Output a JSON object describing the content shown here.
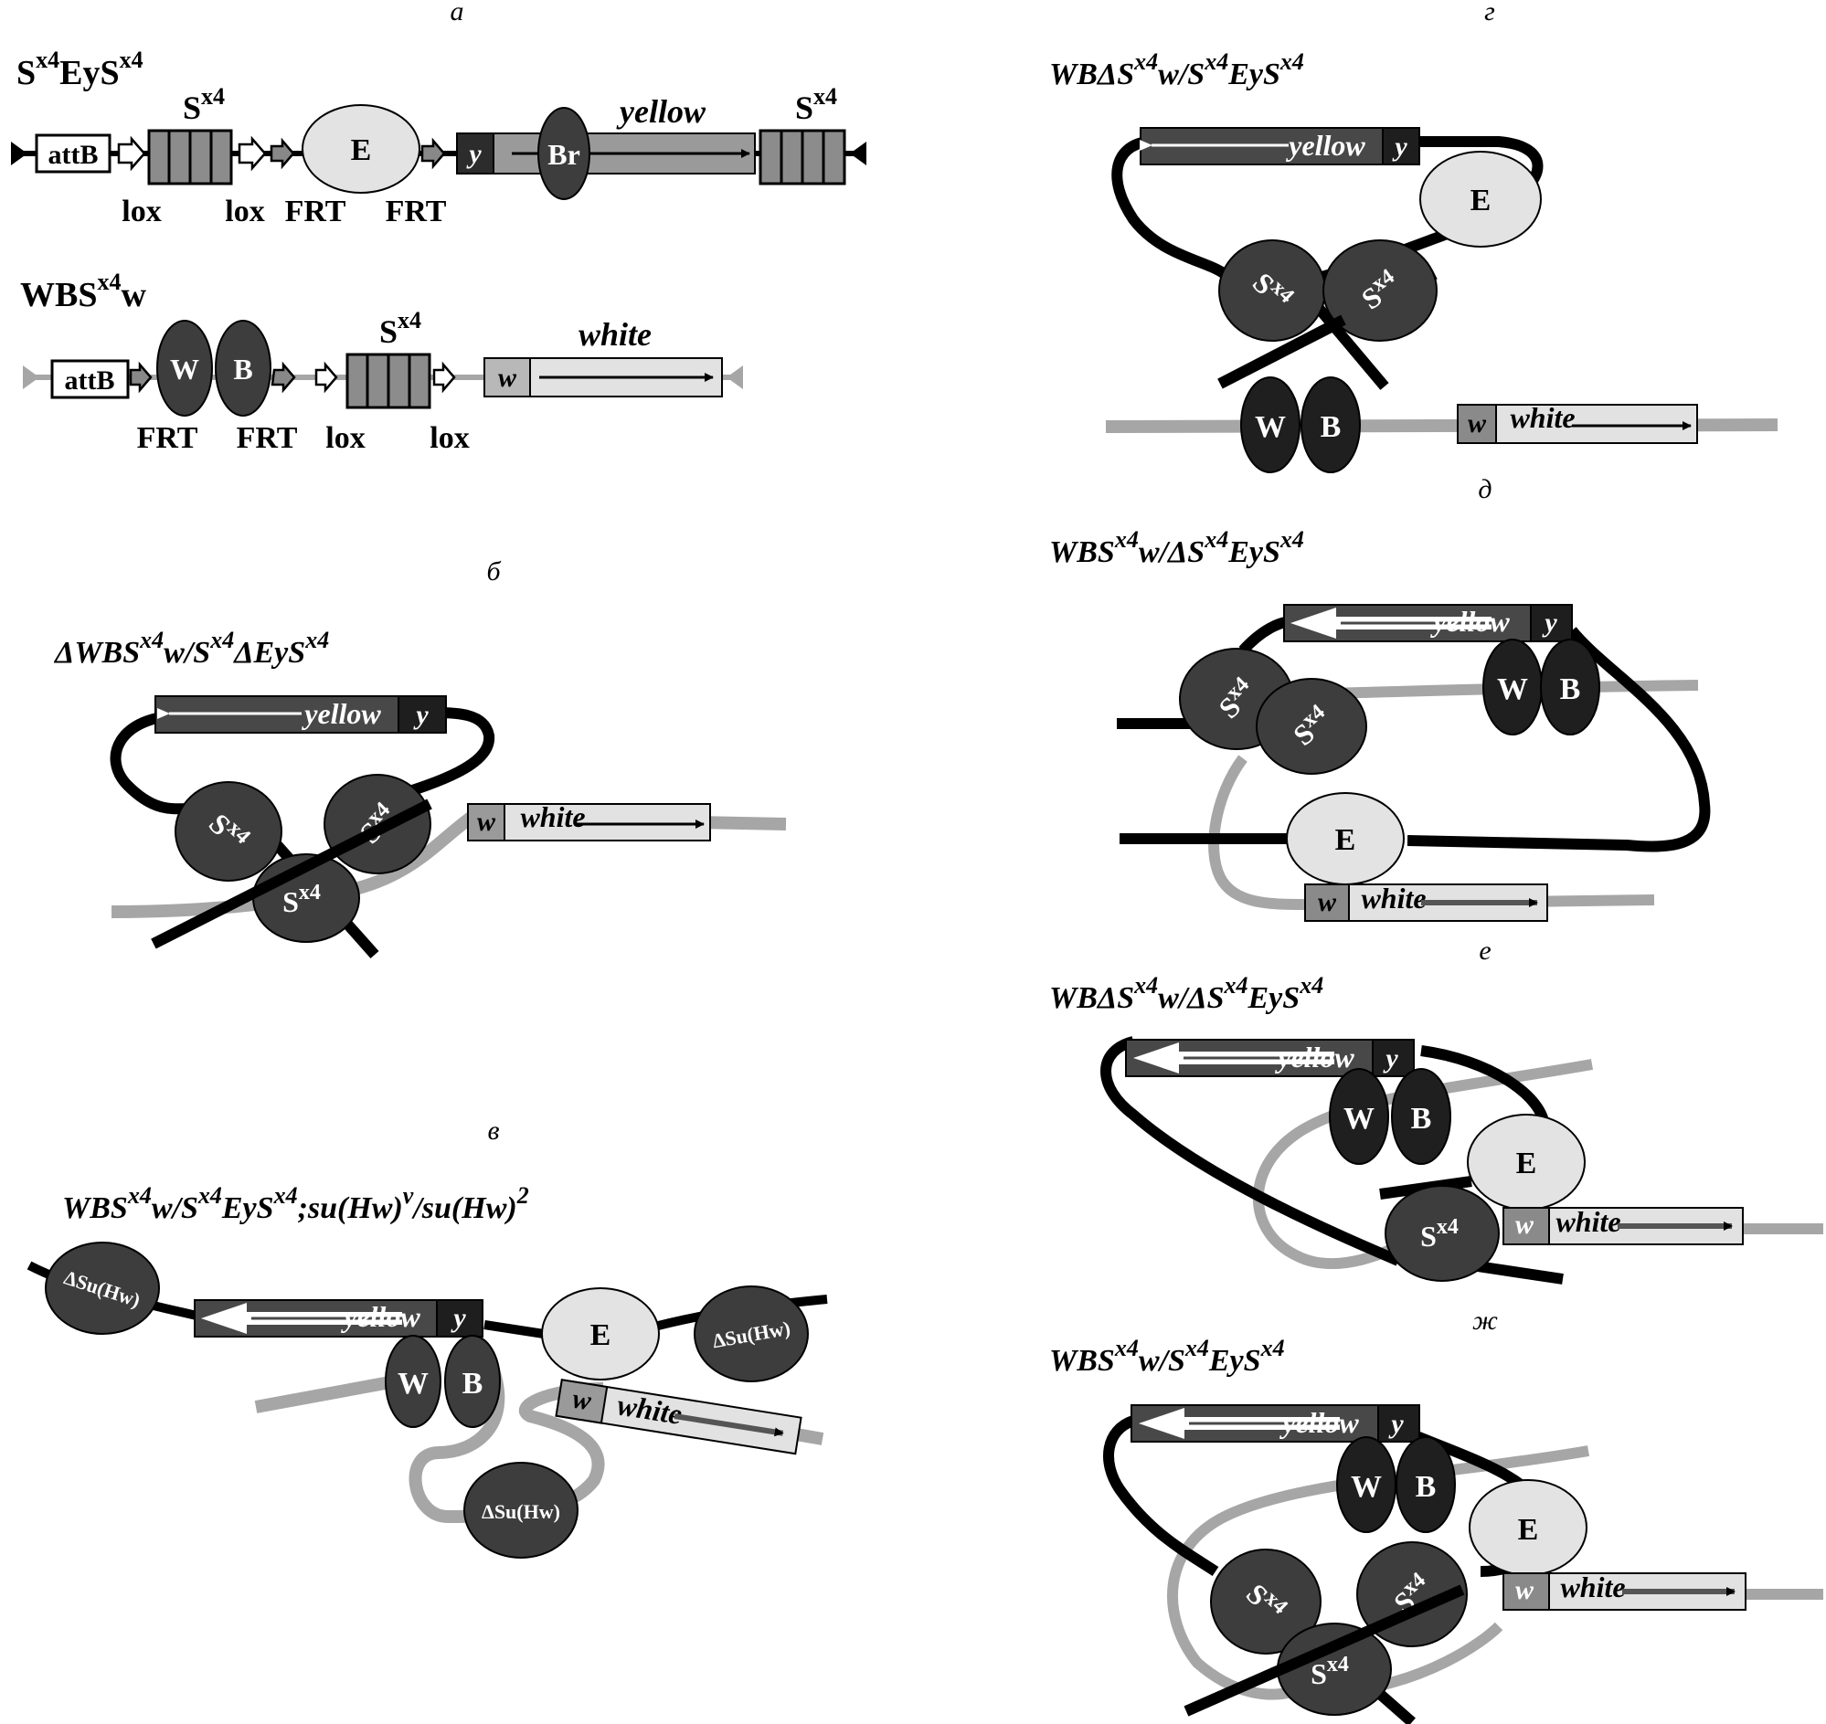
{
  "colors": {
    "dark": "#3d3d3d",
    "black": "#000000",
    "gray_chromatin": "#a6a6a6",
    "light_ellipse": "#e3e3e3",
    "insulator_box": "#8c8c8c",
    "white_gene": "#e2e2e2",
    "yellow_gene": "#484848",
    "w_box": "#9a9a9a"
  },
  "panels": {
    "a": {
      "letter": "а",
      "construct1": {
        "title": "S",
        "title_sup": "x4",
        "title_mid": "EyS",
        "title_sup2": "x4",
        "attB": "attB",
        "sx4": "S",
        "sx4_sup": "x4",
        "E": "E",
        "y": "y",
        "Br": "Br",
        "yellow": "yellow",
        "lox1": "lox",
        "lox2": "lox",
        "frt1": "FRT",
        "frt2": "FRT"
      },
      "construct2": {
        "title": "WBS",
        "title_sup": "x4",
        "title_end": "w",
        "attB": "attB",
        "W": "W",
        "B": "B",
        "sx4": "S",
        "sx4_sup": "x4",
        "w": "w",
        "white": "white",
        "frt1": "FRT",
        "frt2": "FRT",
        "lox1": "lox",
        "lox2": "lox"
      }
    },
    "b": {
      "letter": "б",
      "title": [
        "ΔWBS",
        "x4",
        "w/S",
        "x4",
        "ΔEyS",
        "x4"
      ],
      "yellow": "yellow",
      "y": "y",
      "w": "w",
      "white": "white",
      "s1": "S",
      "s1_sup": "x4",
      "s2": "S",
      "s2_sup": "x4",
      "s3": "S",
      "s3_sup": "x4"
    },
    "v": {
      "letter": "в",
      "title": [
        "WBS",
        "x4",
        "w/S",
        "x4",
        "EyS",
        "x4",
        ";su(Hw)",
        "v",
        "/su(Hw)",
        "2"
      ],
      "yellow": "yellow",
      "y": "y",
      "W": "W",
      "B": "B",
      "E": "E",
      "w": "w",
      "white": "white",
      "dsu1": "ΔSu(Hw)",
      "dsu2": "ΔSu(Hw)",
      "dsu3": "ΔSu(Hw)"
    },
    "g": {
      "letter": "г",
      "title": [
        "WBΔS",
        "x4",
        "w/S",
        "x4",
        "EyS",
        "x4"
      ],
      "yellow": "yellow",
      "y": "y",
      "E": "E",
      "W": "W",
      "B": "B",
      "w": "w",
      "white": "white",
      "s1": "S",
      "s1_sup": "x4",
      "s2": "S",
      "s2_sup": "x4"
    },
    "d": {
      "letter": "д",
      "title": [
        "WBS",
        "x4",
        "w/ΔS",
        "x4",
        "EyS",
        "x4"
      ],
      "yellow": "yellow",
      "y": "y",
      "W": "W",
      "B": "B",
      "E": "E",
      "w": "w",
      "white": "white",
      "s1": "S",
      "s1_sup": "x4",
      "s2": "S",
      "s2_sup": "x4"
    },
    "e": {
      "letter": "е",
      "title": [
        "WBΔS",
        "x4",
        "w/ΔS",
        "x4",
        "EyS",
        "x4"
      ],
      "yellow": "yellow",
      "y": "y",
      "W": "W",
      "B": "B",
      "E": "E",
      "w": "w",
      "white": "white",
      "s1": "S",
      "s1_sup": "x4"
    },
    "zh": {
      "letter": "ж",
      "title": [
        "WBS",
        "x4",
        "w/S",
        "x4",
        "EyS",
        "x4"
      ],
      "yellow": "yellow",
      "y": "y",
      "W": "W",
      "B": "B",
      "E": "E",
      "w": "w",
      "white": "white",
      "s1": "S",
      "s1_sup": "x4",
      "s2": "S",
      "s2_sup": "x4",
      "s3": "S",
      "s3_sup": "x4"
    }
  }
}
